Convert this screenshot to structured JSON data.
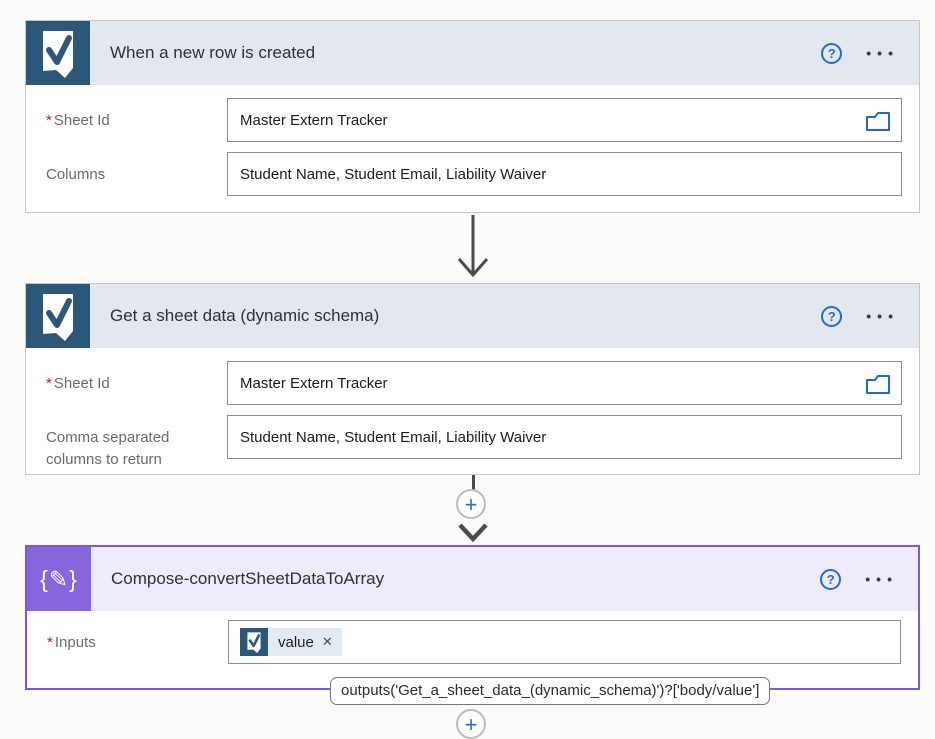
{
  "ui": {
    "required_marker": "*",
    "help_label": "?",
    "menu_label": "•••",
    "token_remove_glyph": "✕",
    "plus_glyph": "+",
    "compose_icon_glyph": "{✎}"
  },
  "cards": [
    {
      "title": "When a new row is created",
      "connector": "smartsheet",
      "fields": [
        {
          "label": "Sheet Id",
          "required": true,
          "value": "Master Extern Tracker",
          "picker": true
        },
        {
          "label": "Columns",
          "required": false,
          "value": "Student Name, Student Email, Liability Waiver",
          "picker": false
        }
      ]
    },
    {
      "title": "Get a sheet data (dynamic schema)",
      "connector": "smartsheet",
      "fields": [
        {
          "label": "Sheet Id",
          "required": true,
          "value": "Master Extern Tracker",
          "picker": true
        },
        {
          "label": "Comma separated columns to return",
          "required": false,
          "value": "Student Name, Student Email, Liability Waiver",
          "picker": false
        }
      ]
    },
    {
      "title": "Compose-convertSheetDataToArray",
      "connector": "data-operation",
      "selected": true,
      "fields": [
        {
          "label": "Inputs",
          "required": true,
          "token": "value"
        }
      ]
    }
  ],
  "tooltip": "outputs('Get_a_sheet_data_(dynamic_schema)')?['body/value']",
  "colors": {
    "smartsheet_blue": "#2d5778",
    "compose_purple": "#8766dd",
    "selected_border": "#7f56d9",
    "accent_blue": "#2569d0",
    "header_gray_blue": "#e2e7f0",
    "header_lavender": "#f0ebfc",
    "arrow_gray": "#4d4b49"
  }
}
